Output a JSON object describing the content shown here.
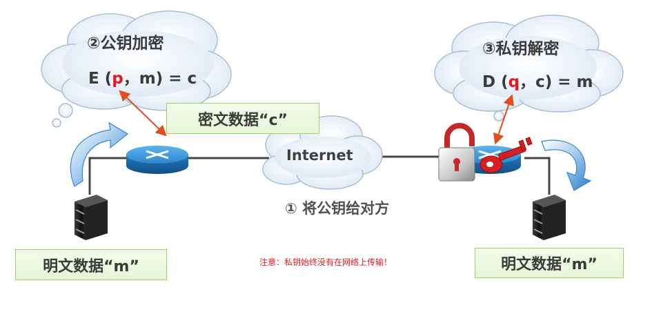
{
  "encrypt": {
    "title": "②公钥加密",
    "formula_pre": "E (",
    "formula_key": "p",
    "formula_post": "，m) = c"
  },
  "decrypt": {
    "title": "③私钥解密",
    "formula_pre": "D (",
    "formula_key": "q",
    "formula_post": "，c) = m"
  },
  "ciphertext_label": "密文数据“c”",
  "internet_label": "Internet",
  "step1_label": "① 将公钥给对方",
  "plaintext_left_label": "明文数据“m”",
  "plaintext_right_label": "明文数据“m”",
  "note": "注意：私钥始终没有在网络上传输！",
  "colors": {
    "key_highlight": "#e8181e",
    "cloud_fill": "#eef4fb",
    "label_fill": "#eaf7dc",
    "label_border": "#9bd26a",
    "router": "#2f8ed6",
    "arrow": "#e0501e",
    "note": "#e8181e"
  },
  "icons": [
    "router-icon",
    "server-icon",
    "padlock-icon",
    "key-icon",
    "curved-arrow-icon",
    "cloud-icon"
  ]
}
